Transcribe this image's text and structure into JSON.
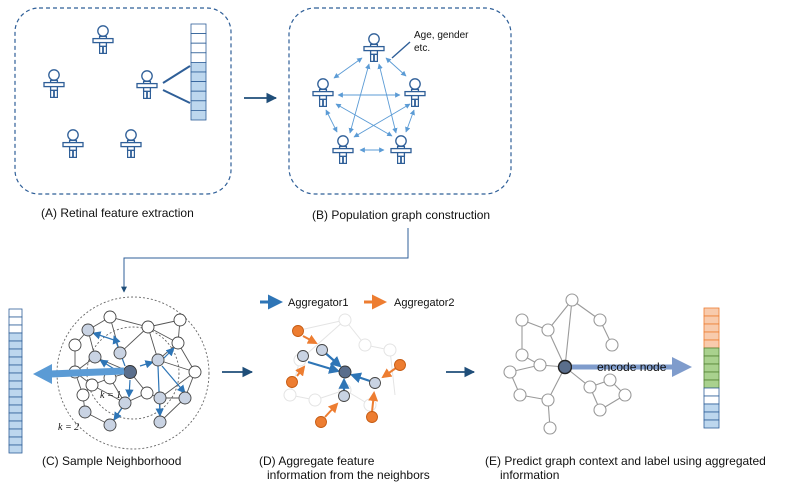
{
  "panels": {
    "a": {
      "caption": "(A) Retinal feature extraction"
    },
    "b": {
      "caption": "(B) Population graph construction",
      "note_line1": "Age, gender",
      "note_line2": "etc."
    },
    "c": {
      "caption": "(C) Sample Neighborhood",
      "k1_label": "k = 1",
      "k2_label": "k = 2"
    },
    "d": {
      "caption_line1": "(D) Aggregate feature",
      "caption_line2": "information from the neighbors",
      "legend1": "Aggregator1",
      "legend2": "Aggregator2"
    },
    "e": {
      "caption_line1": "(E) Predict graph context and label using aggregated",
      "caption_line2": "information",
      "encode_label": "encode node"
    }
  },
  "colors": {
    "dash_border": "#2f5f98",
    "person": "#2f5f98",
    "feature_fill": "#bdd7ee",
    "feature_stroke": "#2f5f98",
    "graph_arrow": "#5b9bd5",
    "flow_arrow": "#1f4e79",
    "agg_blue": "#2e75b6",
    "agg_orange": "#ed7d31",
    "node_grey": "#c9d3e3",
    "node_dark": "#5a6e8c",
    "vec_orange": "#f8cbad",
    "vec_green": "#a9d18e"
  }
}
